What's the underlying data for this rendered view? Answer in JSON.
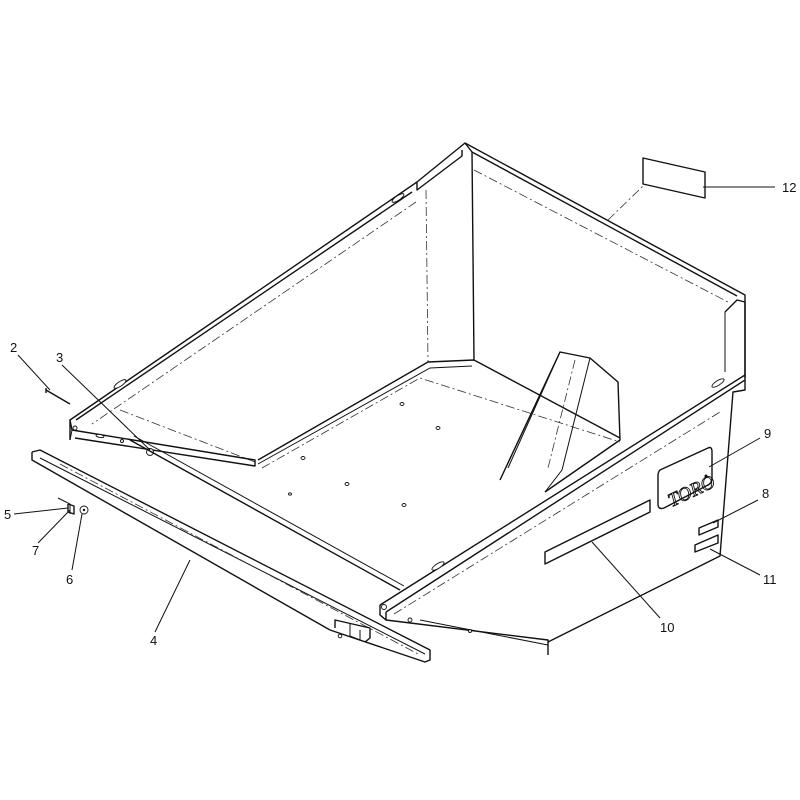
{
  "diagram": {
    "logo_text": "TORO",
    "callouts": [
      {
        "id": "c12",
        "label": "12"
      },
      {
        "id": "c2",
        "label": "2"
      },
      {
        "id": "c3",
        "label": "3"
      },
      {
        "id": "c9",
        "label": "9"
      },
      {
        "id": "c8",
        "label": "8"
      },
      {
        "id": "c5",
        "label": "5"
      },
      {
        "id": "c7",
        "label": "7"
      },
      {
        "id": "c6",
        "label": "6"
      },
      {
        "id": "c11",
        "label": "11"
      },
      {
        "id": "c10",
        "label": "10"
      },
      {
        "id": "c4",
        "label": "4"
      }
    ]
  }
}
